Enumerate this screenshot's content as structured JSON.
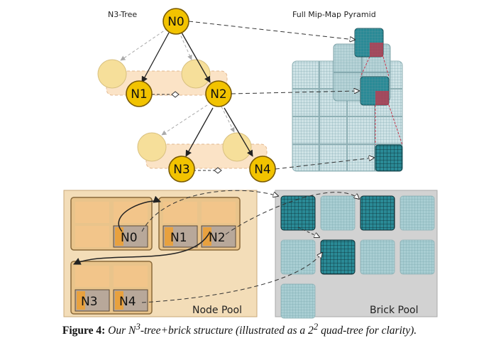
{
  "figure": {
    "tree_title": "N3-Tree",
    "pyramid_title": "Full Mip-Map Pyramid",
    "node_pool_label": "Node Pool",
    "brick_pool_label": "Brick Pool",
    "nodes": {
      "n0": "N0",
      "n1": "N1",
      "n2": "N2",
      "n3": "N3",
      "n4": "N4"
    },
    "pool_nodes": {
      "n0": "N0",
      "n1": "N1",
      "n2": "N2",
      "n3": "N3",
      "n4": "N4"
    },
    "colors": {
      "node_fill": "#f2c300",
      "node_stroke": "#7a5a00",
      "node_pool_bg": "#f3ddb8",
      "brick_pool_bg": "#d2d2d2",
      "brick_active": "#2a8a96",
      "brick_inactive": "#a9ced3",
      "pool_cell": "#e8a13f",
      "highlight": "#c8344a"
    }
  },
  "caption": {
    "label": "Figure 4:",
    "text_prefix": "Our N",
    "text_sup": "3",
    "text_middle": "-tree+brick structure (illustrated as a 2",
    "text_sup2": "2",
    "text_suffix": " quad-tree for clarity)."
  }
}
